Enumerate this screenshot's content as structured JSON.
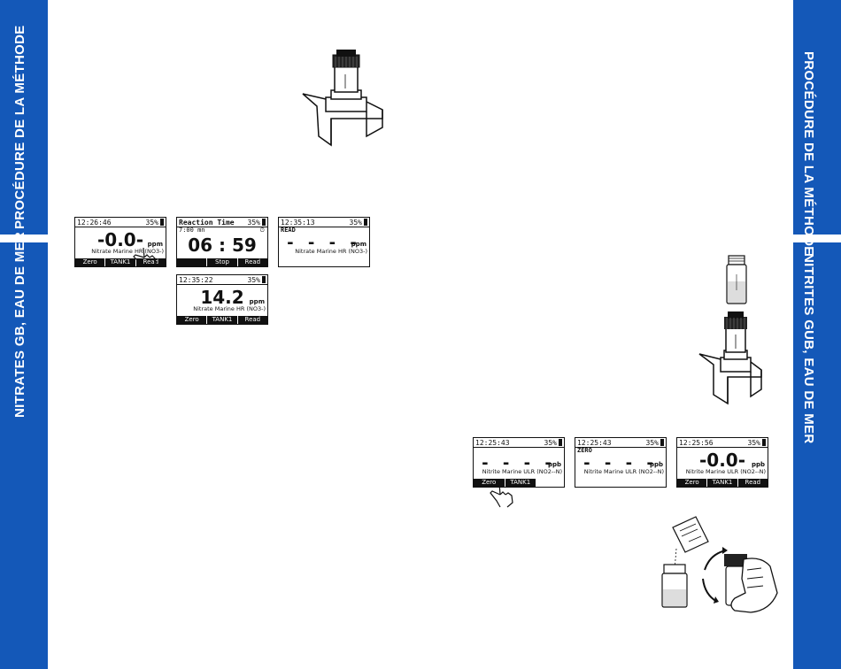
{
  "left_band": {
    "top_label": "PROCÉDURE DE LA MÉTHODE",
    "bottom_label": "NITRATES GB, EAU DE MER"
  },
  "right_band": {
    "top_label": "PROCÉDURE DE LA MÉTHODE",
    "bottom_label": "NITRITES GUB, EAU DE MER"
  },
  "screens": [
    {
      "time": "12:26:46",
      "battery": "35%",
      "reading": "-0.0-",
      "unit": "ppm",
      "method": "Nitrate Marine HR (NO3-)",
      "keys": [
        "Zero",
        "TANK1",
        "Read"
      ]
    },
    {
      "title": "Reaction Time",
      "battery": "35%",
      "subline": "7:00 mn",
      "reading": "06 : 59",
      "keys": [
        "",
        "Stop",
        "Read"
      ]
    },
    {
      "time": "12:35:13",
      "battery": "35%",
      "status": "READ",
      "reading": "- - - -",
      "unit": "ppm",
      "method": "Nitrate Marine HR (NO3-)",
      "keys": []
    },
    {
      "time": "12:35:22",
      "battery": "35%",
      "reading": "14.2",
      "unit": "ppm",
      "method": "Nitrate Marine HR (NO3-)",
      "keys": [
        "Zero",
        "TANK1",
        "Read"
      ]
    },
    {
      "time": "12:25:43",
      "battery": "35%",
      "reading": "- - - -",
      "unit": "ppb",
      "method": "Nitrite Marine ULR (NO2--N)",
      "keys": [
        "Zero",
        "TANK1",
        ""
      ]
    },
    {
      "time": "12:25:43",
      "battery": "35%",
      "status": "ZERO",
      "reading": "- - - -",
      "unit": "ppb",
      "method": "Nitrite Marine ULR (NO2--N)",
      "keys": []
    },
    {
      "time": "12:25:56",
      "battery": "35%",
      "reading": "-0.0-",
      "unit": "ppb",
      "method": "Nitrite Marine ULR (NO2--N)",
      "keys": [
        "Zero",
        "TANK1",
        "Read"
      ]
    }
  ],
  "colors": {
    "band": "#1458b8",
    "ink": "#111111"
  },
  "icons": [
    "cuvette-in-meter-icon",
    "hand-pointer-icon",
    "reagent-packet-icon",
    "shaking-hand-icon",
    "vial-icon"
  ]
}
